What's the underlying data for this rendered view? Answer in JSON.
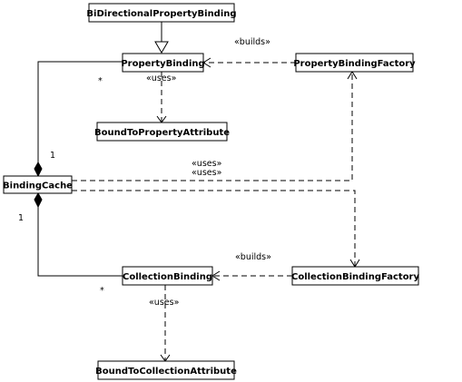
{
  "classes": {
    "bidirectional_property_binding": "BiDirectionalPropertyBinding",
    "property_binding": "PropertyBinding",
    "property_binding_factory": "PropertyBindingFactory",
    "bound_to_property_attribute": "BoundToPropertyAttribute",
    "binding_cache": "BindingCache",
    "collection_binding": "CollectionBinding",
    "collection_binding_factory": "CollectionBindingFactory",
    "bound_to_collection_attribute": "BoundToCollectionAttribute"
  },
  "relations": {
    "builds_property": "«builds»",
    "uses_property_attribute": "«uses»",
    "cache_uses_1": "«uses»",
    "cache_uses_2": "«uses»",
    "builds_collection": "«builds»",
    "uses_collection_attribute": "«uses»"
  },
  "multiplicities": {
    "property_binding_many": "*",
    "cache_property_one": "1",
    "cache_collection_one": "1",
    "collection_binding_many": "*"
  }
}
